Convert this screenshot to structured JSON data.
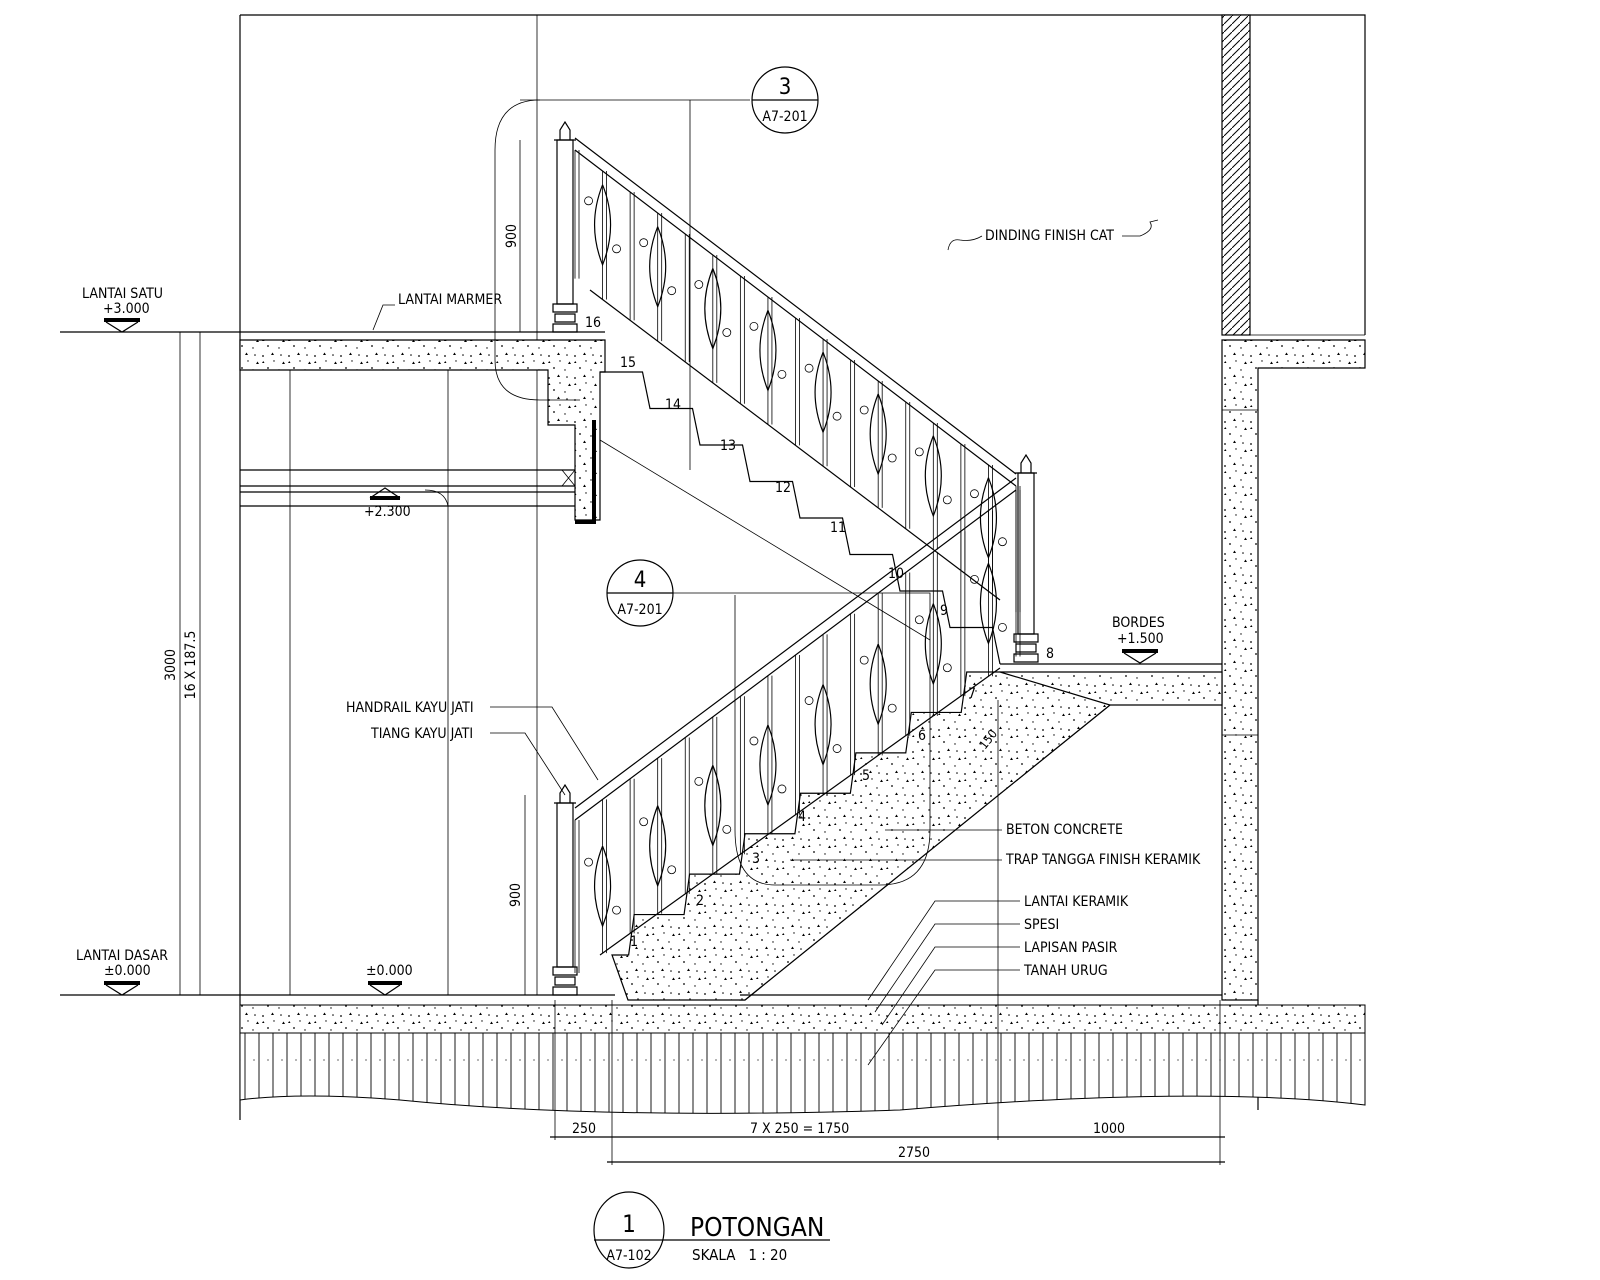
{
  "drawing": {
    "title": "POTONGAN",
    "scale": "SKALA   1 : 20",
    "title_bubble": {
      "number": "1",
      "sheet": "A7-102"
    },
    "callouts": [
      {
        "number": "3",
        "sheet": "A7-201"
      },
      {
        "number": "4",
        "sheet": "A7-201"
      }
    ],
    "levels": {
      "lantai_satu": {
        "label": "LANTAI SATU",
        "value": "+3.000"
      },
      "lantai_dasar": {
        "label": "LANTAI DASAR",
        "value": "±0.000"
      },
      "ceiling": {
        "value": "+2.300"
      },
      "ground_inner": {
        "value": "±0.000"
      },
      "bordes": {
        "label": "BORDES",
        "value": "+1.500"
      }
    },
    "notes": {
      "lantai_marmer": "LANTAI MARMER",
      "dinding": "DINDING FINISH CAT",
      "handrail": "HANDRAIL KAYU JATI",
      "tiang": "TIANG KAYU JATI",
      "beton": "BETON CONCRETE",
      "trap": "TRAP TANGGA FINISH KERAMIK",
      "lantai_keramik": "LANTAI KERAMIK",
      "spesi": "SPESI",
      "pasir": "LAPISAN PASIR",
      "tanah": "TANAH URUG"
    },
    "dimensions": {
      "total_height": "3000",
      "risers": "16 X 187.5",
      "rail_height_upper": "900",
      "rail_height_lower": "900",
      "slab_thickness": "150",
      "d_250": "250",
      "d_1750": "7 X 250 = 1750",
      "d_1000": "1000",
      "d_2750": "2750"
    },
    "step_numbers": [
      "1",
      "2",
      "3",
      "4",
      "5",
      "6",
      "7",
      "8",
      "9",
      "10",
      "11",
      "12",
      "13",
      "14",
      "15",
      "16"
    ]
  }
}
